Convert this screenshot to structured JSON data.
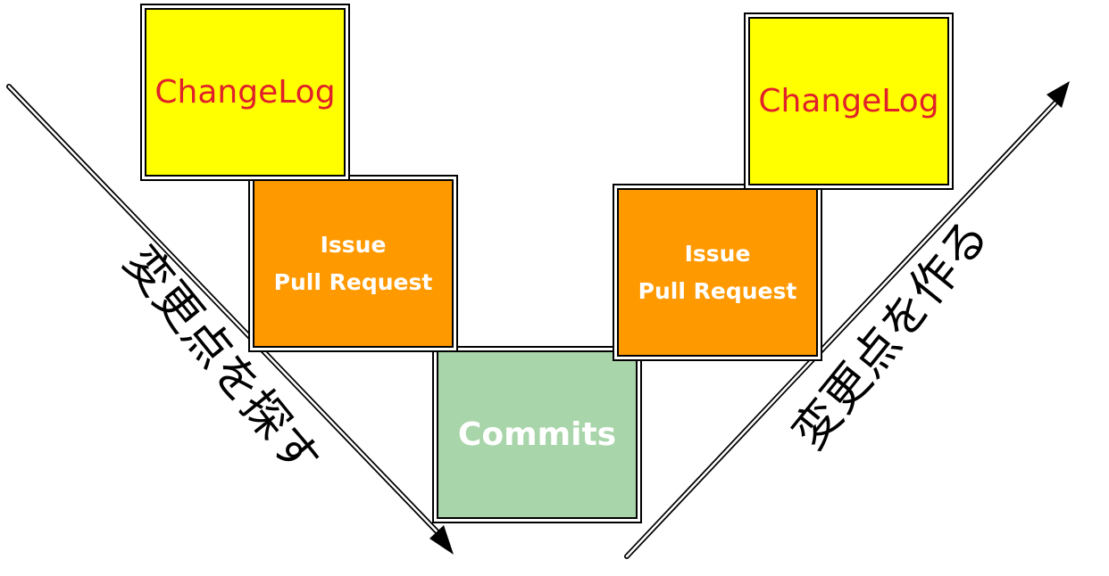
{
  "diagram": {
    "left_panel": {
      "changelog_label": "ChangeLog",
      "issue_label_line1": "Issue",
      "issue_label_line2": "Pull Request"
    },
    "center": {
      "commits_label": "Commits"
    },
    "right_panel": {
      "changelog_label": "ChangeLog",
      "issue_label_line1": "Issue",
      "issue_label_line2": "Pull Request"
    },
    "left_arrow_label": "変更点を探す",
    "right_arrow_label": "変更点を作る"
  },
  "colors": {
    "changelog_fill": "#ffff00",
    "changelog_text": "#e0202a",
    "issue_fill": "#ff9900",
    "commits_fill": "#a9d5ab",
    "background": "#ffffff"
  }
}
